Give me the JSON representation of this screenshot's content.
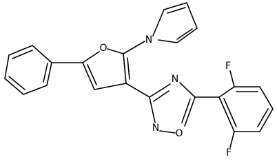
{
  "molecule": {
    "atoms": [
      {
        "id": "pyrrole-n",
        "symbol": "N"
      },
      {
        "id": "furan-o",
        "symbol": "O"
      },
      {
        "id": "oxadiazole-n-top",
        "symbol": "N"
      },
      {
        "id": "oxadiazole-n-bottom",
        "symbol": "N"
      },
      {
        "id": "oxadiazole-o",
        "symbol": "O"
      },
      {
        "id": "fluorine-top",
        "symbol": "F"
      },
      {
        "id": "fluorine-bottom",
        "symbol": "F"
      }
    ]
  },
  "colors": {
    "bond": "#000000",
    "label": "#000000",
    "background": "#ffffff"
  }
}
